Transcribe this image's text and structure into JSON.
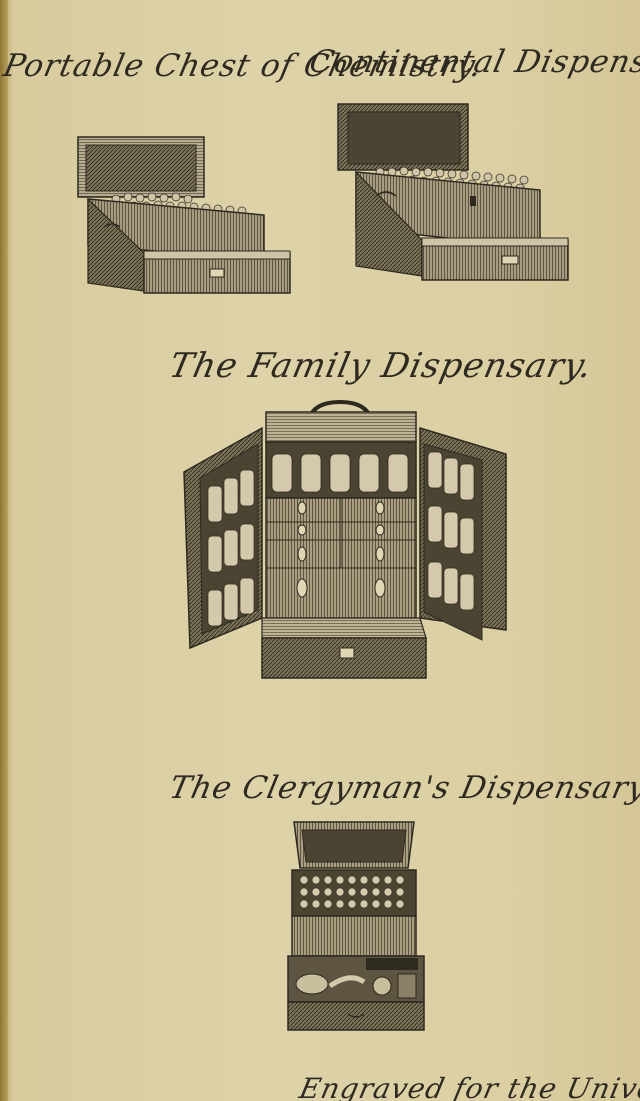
{
  "captions": {
    "portable": "Portable Chest of Chemistry.",
    "continental": "Continental Dispensary.",
    "family": "The Family Dispensary.",
    "clergy": "The Clergyman's Dispensary.",
    "footer": "Engraved for the Universal Dict."
  },
  "colors": {
    "paper": "#dbcfa3",
    "ink": "#2e2a20",
    "wood_dark": "#5e5442",
    "wood_mid": "#8c8168",
    "wood_light": "#b8ad8e",
    "edge": "#8e7431"
  }
}
